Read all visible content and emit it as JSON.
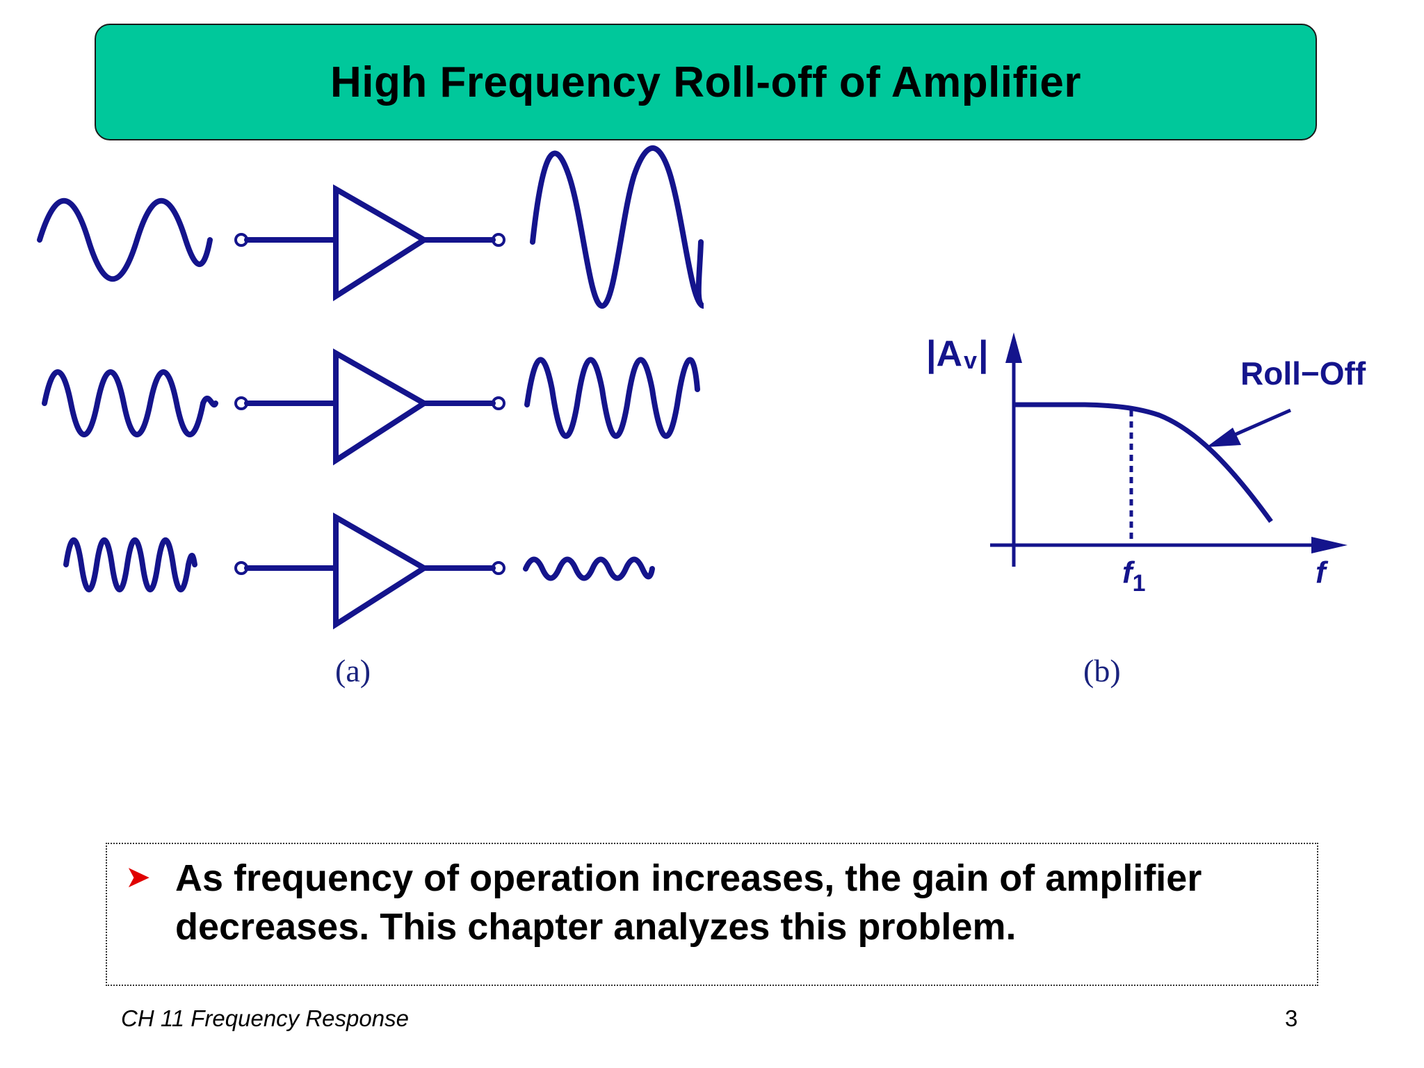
{
  "slide": {
    "title": "High Frequency Roll-off of Amplifier",
    "figure_a": {
      "caption": "(a)"
    },
    "figure_b": {
      "caption": "(b)",
      "y_label": "|A",
      "y_label_sub": "v",
      "y_label_end": "|",
      "x_label": "f",
      "f1_label": "f",
      "f1_sub": "1",
      "annotation": "Roll−Off"
    },
    "note": {
      "bullet_icon": "arrow-bullet-icon",
      "text": "As frequency of operation increases, the gain of amplifier decreases.  This chapter analyzes this problem."
    },
    "footer": {
      "chapter": "CH 11 Frequency Response",
      "page_number": "3"
    },
    "colors": {
      "title_bg": "#00c89b",
      "diagram_blue": "#14148c",
      "bullet_red": "#e00000"
    }
  }
}
